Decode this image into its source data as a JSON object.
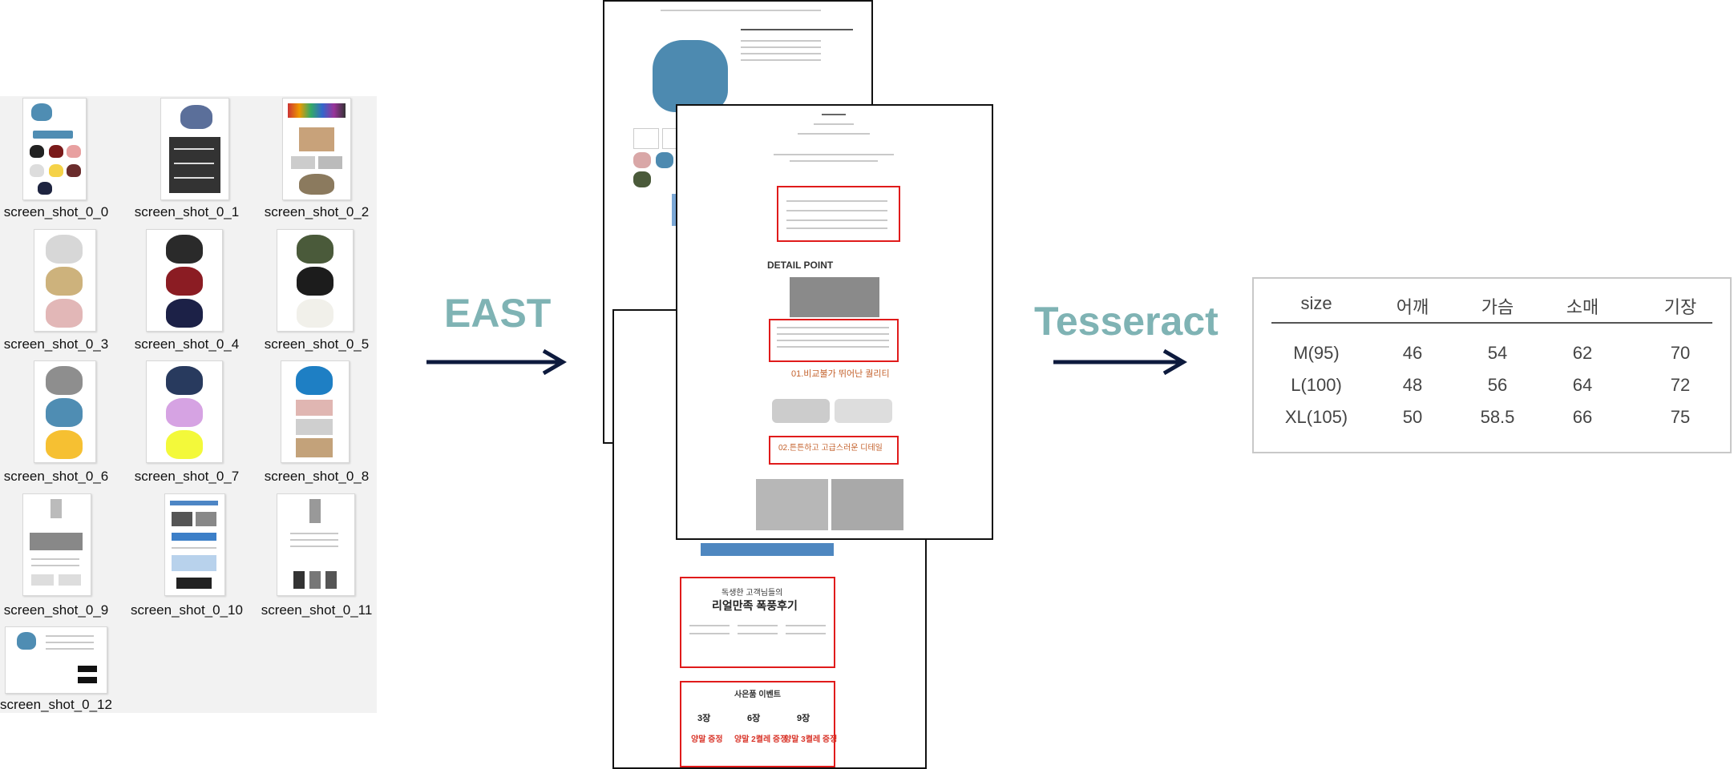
{
  "thumbnails": [
    {
      "label": "screen_shot_0_0"
    },
    {
      "label": "screen_shot_0_1"
    },
    {
      "label": "screen_shot_0_2"
    },
    {
      "label": "screen_shot_0_3"
    },
    {
      "label": "screen_shot_0_4"
    },
    {
      "label": "screen_shot_0_5"
    },
    {
      "label": "screen_shot_0_6"
    },
    {
      "label": "screen_shot_0_7"
    },
    {
      "label": "screen_shot_0_8"
    },
    {
      "label": "screen_shot_0_9"
    },
    {
      "label": "screen_shot_0_10"
    },
    {
      "label": "screen_shot_0_11"
    },
    {
      "label": "screen_shot_0_12"
    }
  ],
  "steps": {
    "detector": "EAST",
    "ocr": "Tesseract"
  },
  "page_snippets": {
    "detail_point": "DETAIL POINT",
    "point1": "01.비교불가 뛰어난 퀄리티",
    "point2": "02.튼튼하고 고급스러운 디테일",
    "review_title": "리얼만족 폭풍후기",
    "review_sub": "독생한 고객님들의",
    "event_title": "사은품 이벤트",
    "event_a": "3장",
    "event_b": "6장",
    "event_c": "9장",
    "gift_a": "양말 증정",
    "gift_b": "양말 2켤레 증정",
    "gift_c": "양말 3켤레 증정"
  },
  "size_table": {
    "headers": [
      "size",
      "어깨",
      "가슴",
      "소매",
      "기장"
    ],
    "rows": [
      [
        "M(95)",
        "46",
        "54",
        "62",
        "70"
      ],
      [
        "L(100)",
        "48",
        "56",
        "64",
        "72"
      ],
      [
        "XL(105)",
        "50",
        "58.5",
        "66",
        "75"
      ]
    ]
  },
  "colors": {
    "label": "#7fb3b4",
    "arrow": "#0d1a3d",
    "highlight": "#e01b1b"
  }
}
